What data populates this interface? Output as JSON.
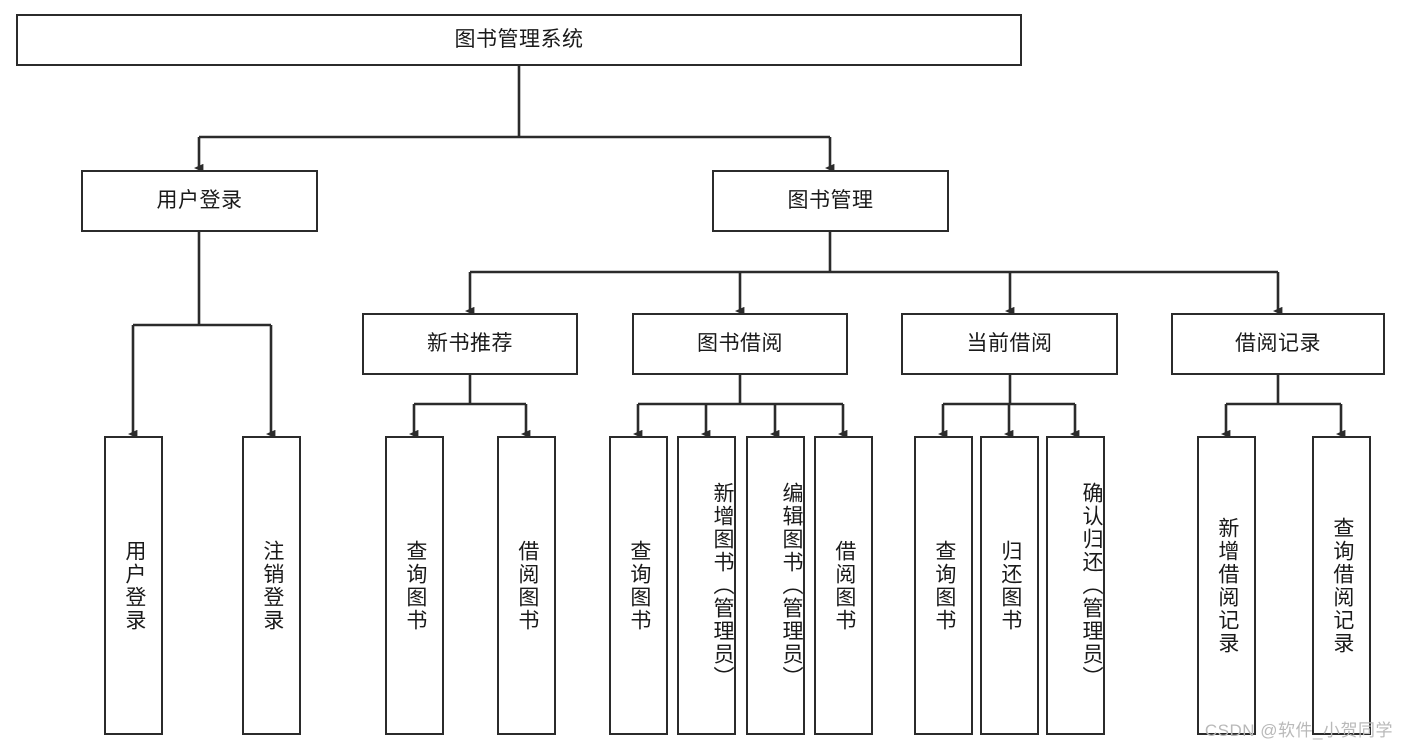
{
  "diagram": {
    "title": "图书管理系统",
    "type": "tree",
    "watermark": "CSDN @软件_小贺同学",
    "colors": {
      "border": "#2b2b2b",
      "background": "#ffffff",
      "text": "#1a1a1a",
      "connector": "#2b2b2b",
      "watermark": "#b9b9b9"
    },
    "root": {
      "label": "图书管理系统"
    },
    "level2": [
      {
        "label": "用户登录"
      },
      {
        "label": "图书管理"
      }
    ],
    "level3": [
      {
        "label": "新书推荐"
      },
      {
        "label": "图书借阅"
      },
      {
        "label": "当前借阅"
      },
      {
        "label": "借阅记录"
      }
    ],
    "leaves": {
      "user_login": [
        {
          "label": "用户登录"
        },
        {
          "label": "注销登录"
        }
      ],
      "new_book_recommend": [
        {
          "label": "查询图书"
        },
        {
          "label": "借阅图书"
        }
      ],
      "book_borrow": [
        {
          "label": "查询图书"
        },
        {
          "label": "新增图书（管理员）"
        },
        {
          "label": "编辑图书（管理员）"
        },
        {
          "label": "借阅图书"
        }
      ],
      "current_borrow": [
        {
          "label": "查询图书"
        },
        {
          "label": "归还图书"
        },
        {
          "label": "确认归还（管理员）"
        }
      ],
      "borrow_records": [
        {
          "label": "新增借阅记录"
        },
        {
          "label": "查询借阅记录"
        }
      ]
    }
  }
}
